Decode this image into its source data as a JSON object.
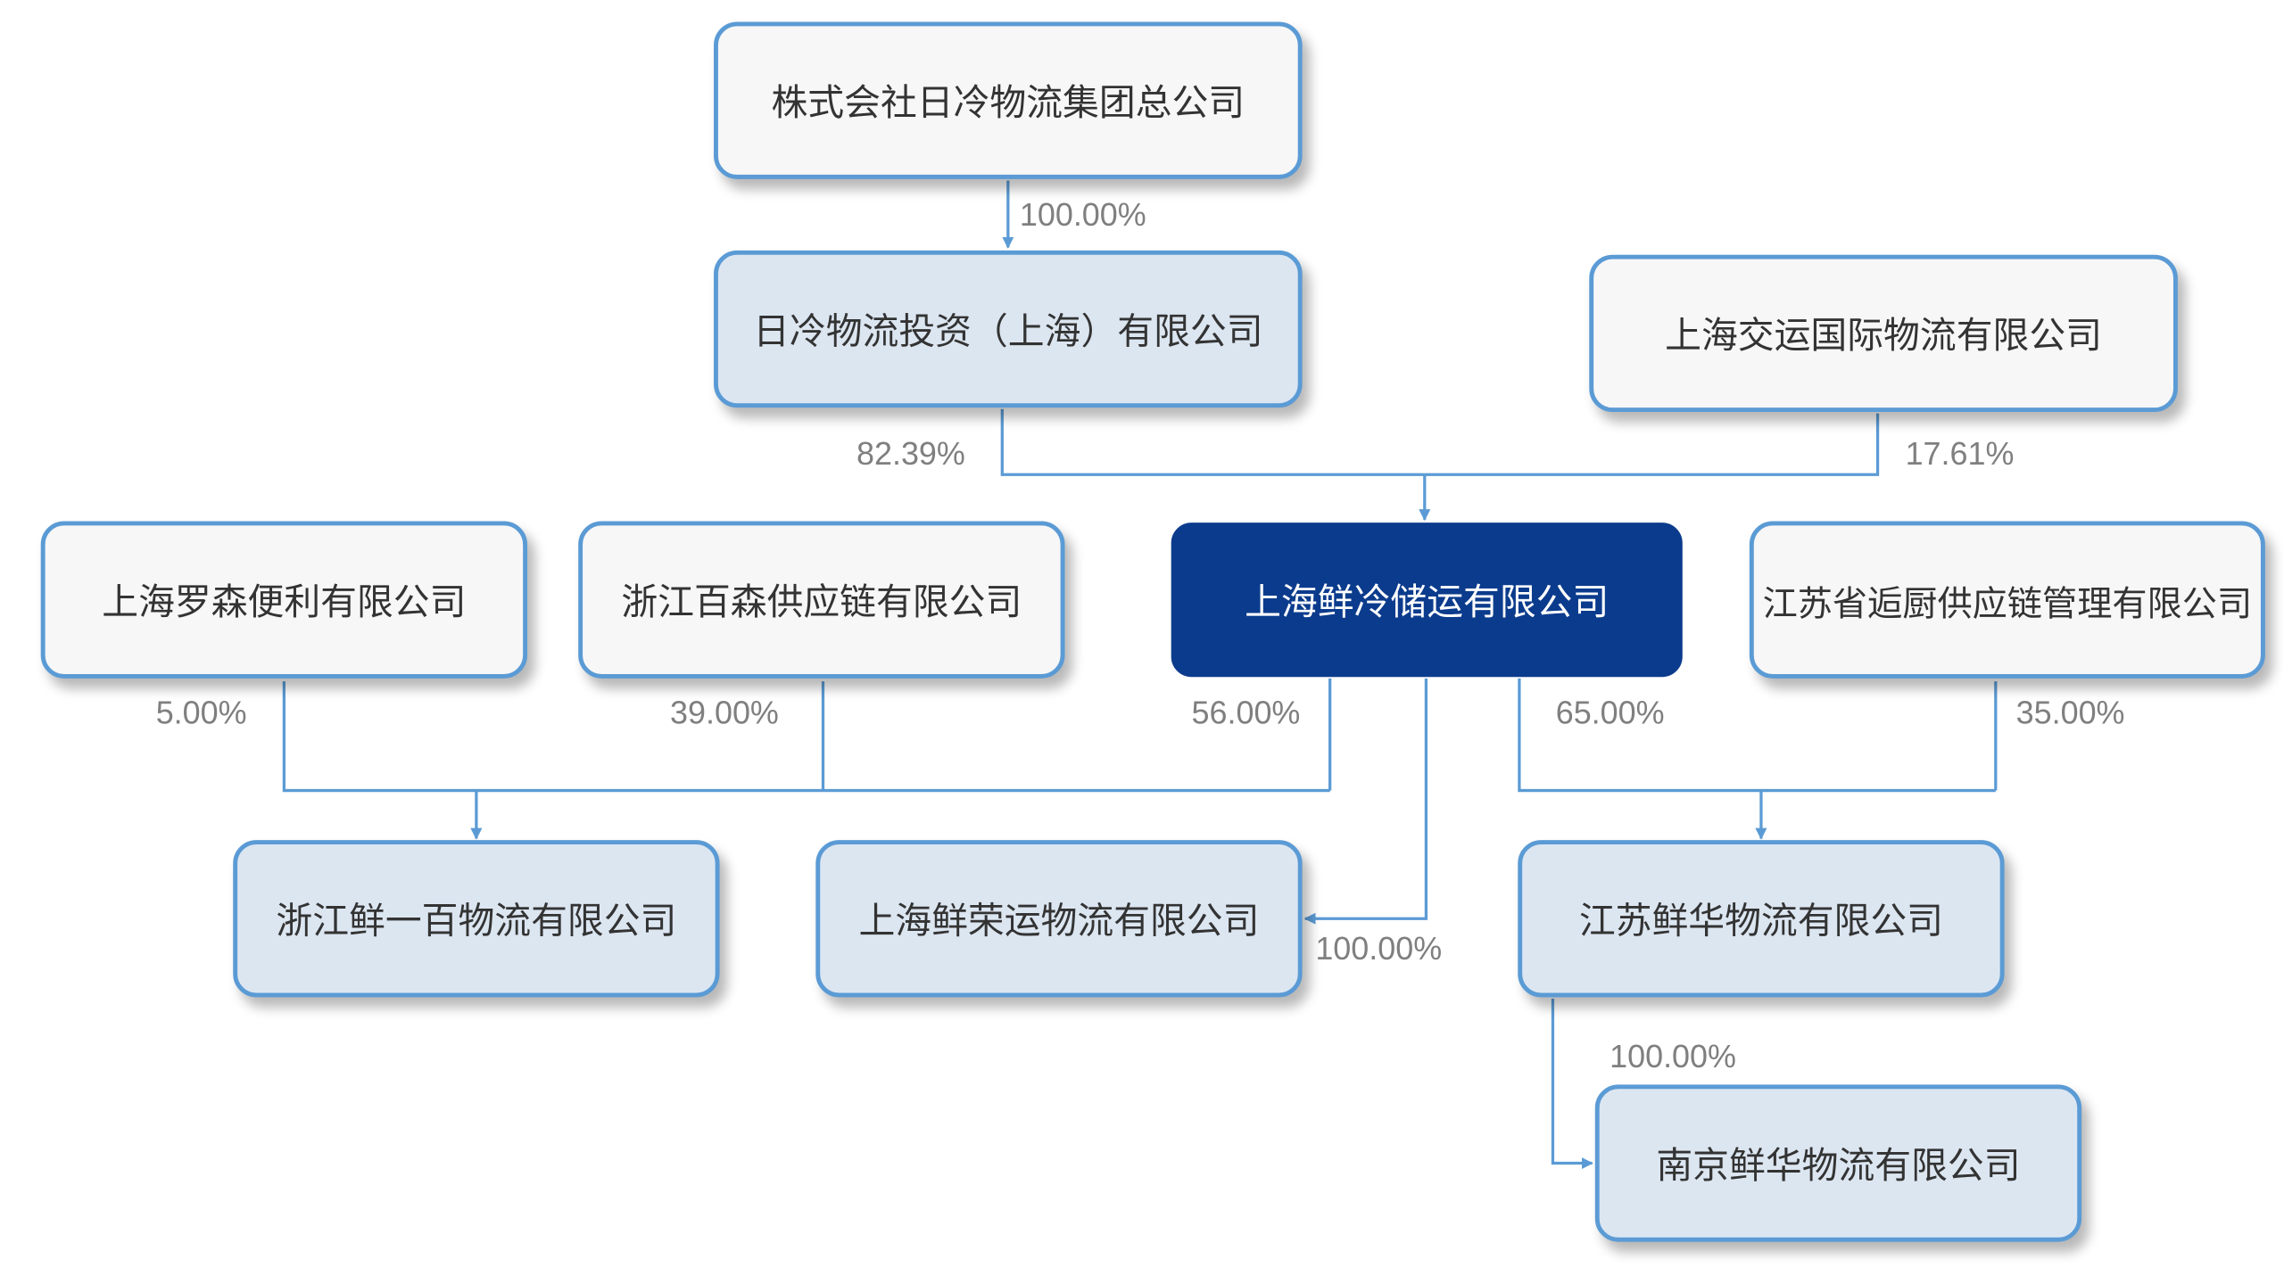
{
  "nodes": {
    "nichirei_group": "株式会社日冷物流集团总公司",
    "nichirei_invest": "日冷物流投资（上海）有限公司",
    "sh_jiaoyun": "上海交运国际物流有限公司",
    "sh_lawson": "上海罗森便利有限公司",
    "zj_baisen": "浙江百森供应链有限公司",
    "sh_xianleng": "上海鲜冷储运有限公司",
    "js_huichu": "江苏省逅厨供应链管理有限公司",
    "zj_xianyibai": "浙江鲜一百物流有限公司",
    "sh_xianrong": "上海鲜荣运物流有限公司",
    "js_xianhua": "江苏鲜华物流有限公司",
    "nj_xianhua": "南京鲜华物流有限公司"
  },
  "percentages": {
    "group_to_invest": "100.00%",
    "invest_to_xianleng": "82.39%",
    "jiaoyun_to_xianleng": "17.61%",
    "lawson_to_xianyibai": "5.00%",
    "baisen_to_xianyibai": "39.00%",
    "xianleng_to_xianyibai": "56.00%",
    "xianleng_to_jsxianhua": "65.00%",
    "huichu_to_jsxianhua": "35.00%",
    "xianleng_to_xianrong": "100.00%",
    "jsxianhua_to_njxianhua": "100.00%"
  },
  "colors": {
    "line": "#5b9bd5",
    "border": "#5b9bd5",
    "node_light": "#f7f7f7",
    "node_blue": "#dce6f1",
    "node_focus": "#0b3b8c",
    "percent_text": "#7f7f7f"
  }
}
